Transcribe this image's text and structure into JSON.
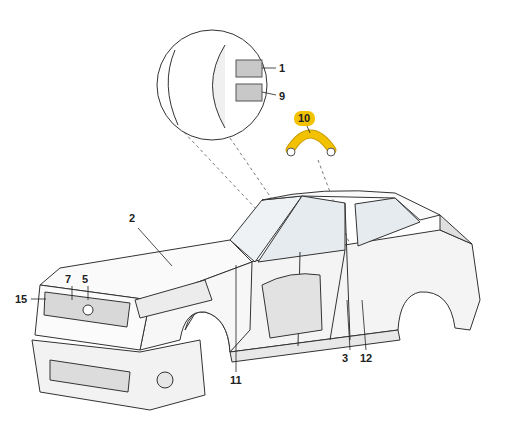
{
  "diagram": {
    "nodes": [
      {
        "text": [
          "10"
        ]
      }
    ],
    "labels": [
      "1",
      "9",
      "2",
      "7",
      "5",
      "15",
      "11",
      "3",
      "12"
    ]
  }
}
